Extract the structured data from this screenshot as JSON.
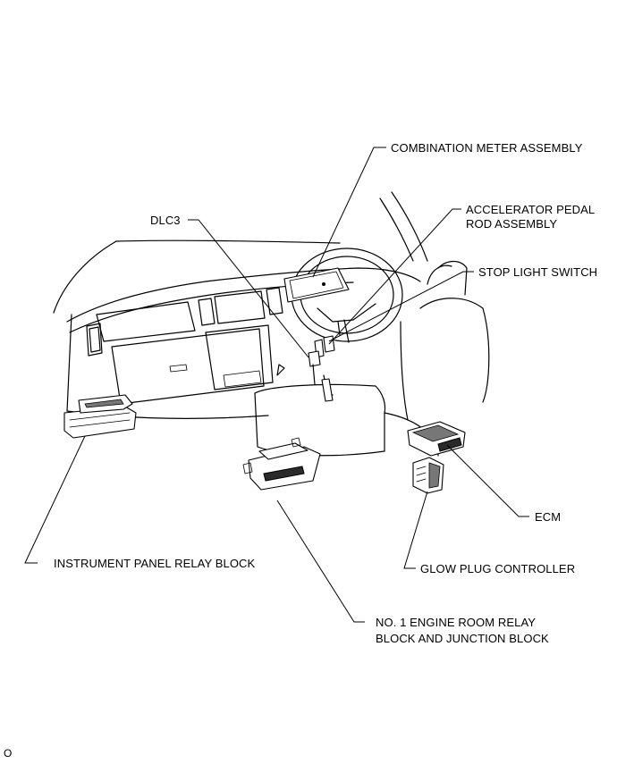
{
  "labels": {
    "combination_meter": "COMBINATION METER ASSEMBLY",
    "dlc3": "DLC3",
    "accelerator_line1": "ACCELERATOR PEDAL",
    "accelerator_line2": "ROD ASSEMBLY",
    "stop_light_switch": "STOP LIGHT SWITCH",
    "instrument_panel_relay": "INSTRUMENT PANEL RELAY BLOCK",
    "ecm": "ECM",
    "glow_plug": "GLOW PLUG CONTROLLER",
    "engine_room_line1": "NO. 1 ENGINE ROOM RELAY",
    "engine_room_line2": "BLOCK AND JUNCTION BLOCK"
  },
  "footer": {
    "code": "O"
  }
}
